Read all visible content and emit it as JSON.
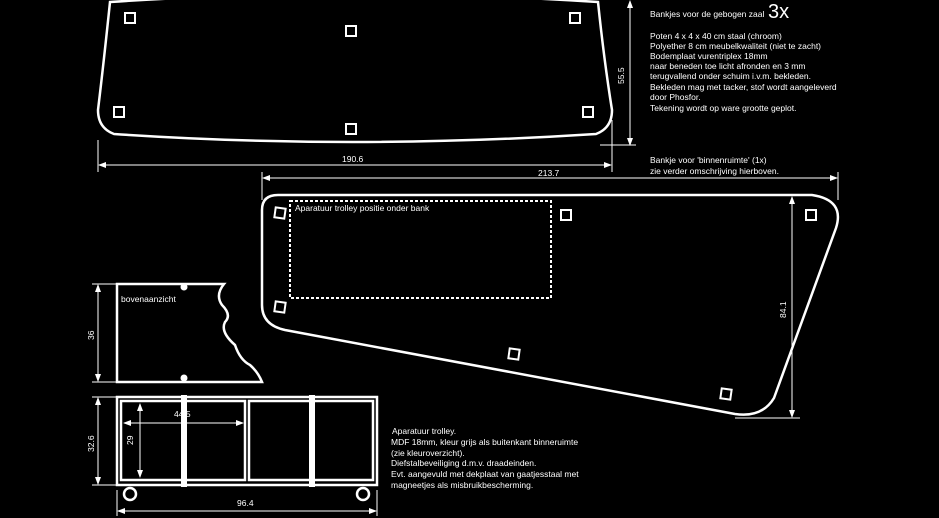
{
  "notes": {
    "title": "Bankjes voor de gebogen zaal",
    "title_qty": "3x",
    "lines": [
      "Poten 4 x 4 x 40 cm staal (chroom)",
      "Polyether 8 cm meubelkwaliteit (niet te zacht)",
      "Bodemplaat vurentriplex 18mm",
      "naar beneden toe licht afronden en 3 mm",
      "terugvallend onder schuim i.v.m. bekleden.",
      "Bekleden mag met tacker, stof wordt aangeleverd",
      "door Phosfor.",
      "Tekening wordt op ware grootte geplot."
    ],
    "bench2_lines": [
      "Bankje voor 'binnenruimte' (1x)",
      "zie verder omschrijving hierboven."
    ],
    "trolley_lines": [
      "Aparatuur trolley.",
      "MDF 18mm, kleur grijs als buitenkant binneruimte",
      "(zie kleuroverzicht).",
      "Diefstalbeveiliging d.m.v. draadeinden.",
      "Evt. aangevuld met dekplaat van gaatjesstaal met",
      "magneetjes als misbruikbescherming."
    ]
  },
  "dimensions": {
    "bench_width": "190.6",
    "bench_depth": "55.5",
    "bench2_width": "213.7",
    "bench2_depth": "84.1",
    "top_depth": "36",
    "trolley_height": "32.6",
    "trolley_width": "96.4",
    "inner_height": "29",
    "inner_width": "44.5"
  },
  "labels": {
    "trolley_position": "Aparatuur trolley positie onder bank",
    "top_view": "bovenaanzicht"
  }
}
